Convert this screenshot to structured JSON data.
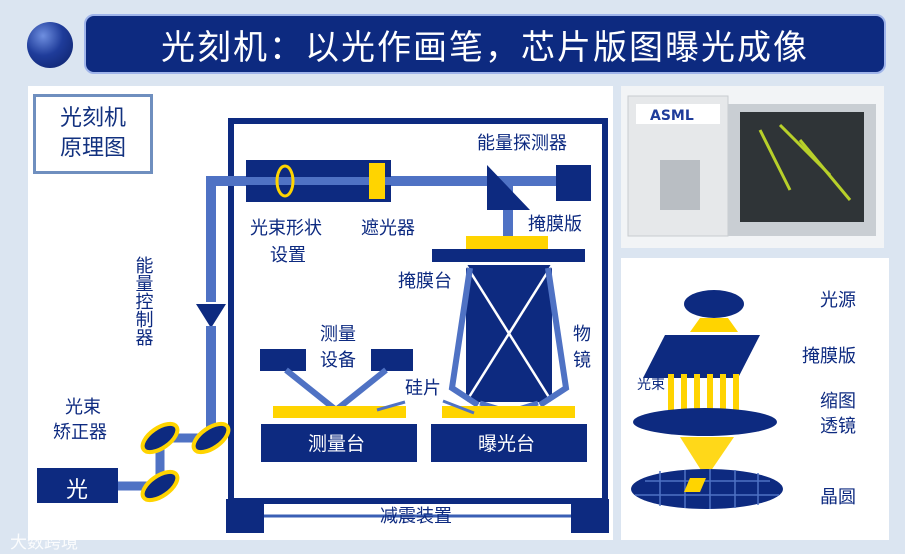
{
  "title": "光刻机：以光作画笔，芯片版图曝光成像",
  "principle_box": {
    "line1": "光刻机",
    "line2": "原理图"
  },
  "labels": {
    "energy_detector": "能量探测器",
    "beam_shaping_1": "光束形状",
    "beam_shaping_2": "设置",
    "shutter": "遮光器",
    "mask": "掩膜版",
    "mask_stage": "掩膜台",
    "energy_controller": "能量控制器",
    "measure_equipment_1": "测量",
    "measure_equipment_2": "设备",
    "objective_1": "物",
    "objective_2": "镜",
    "wafer": "硅片",
    "measure_stage": "测量台",
    "exposure_stage": "曝光台",
    "beam_corrector_1": "光束",
    "beam_corrector_2": "矫正器",
    "light": "光",
    "vibration_damper": "减震装置"
  },
  "photo": {
    "brand": "ASML"
  },
  "right_labels": {
    "light_source": "光源",
    "mask": "掩膜版",
    "beam": "光束",
    "reduction_lens_1": "缩图",
    "reduction_lens_2": "透镜",
    "wafer": "晶圆"
  },
  "watermark": "大数跨境",
  "colors": {
    "navy": "#0d2a80",
    "beam": "#4f72c4",
    "yellow": "#ffd400",
    "frame_blue": "#2a4d9c"
  }
}
